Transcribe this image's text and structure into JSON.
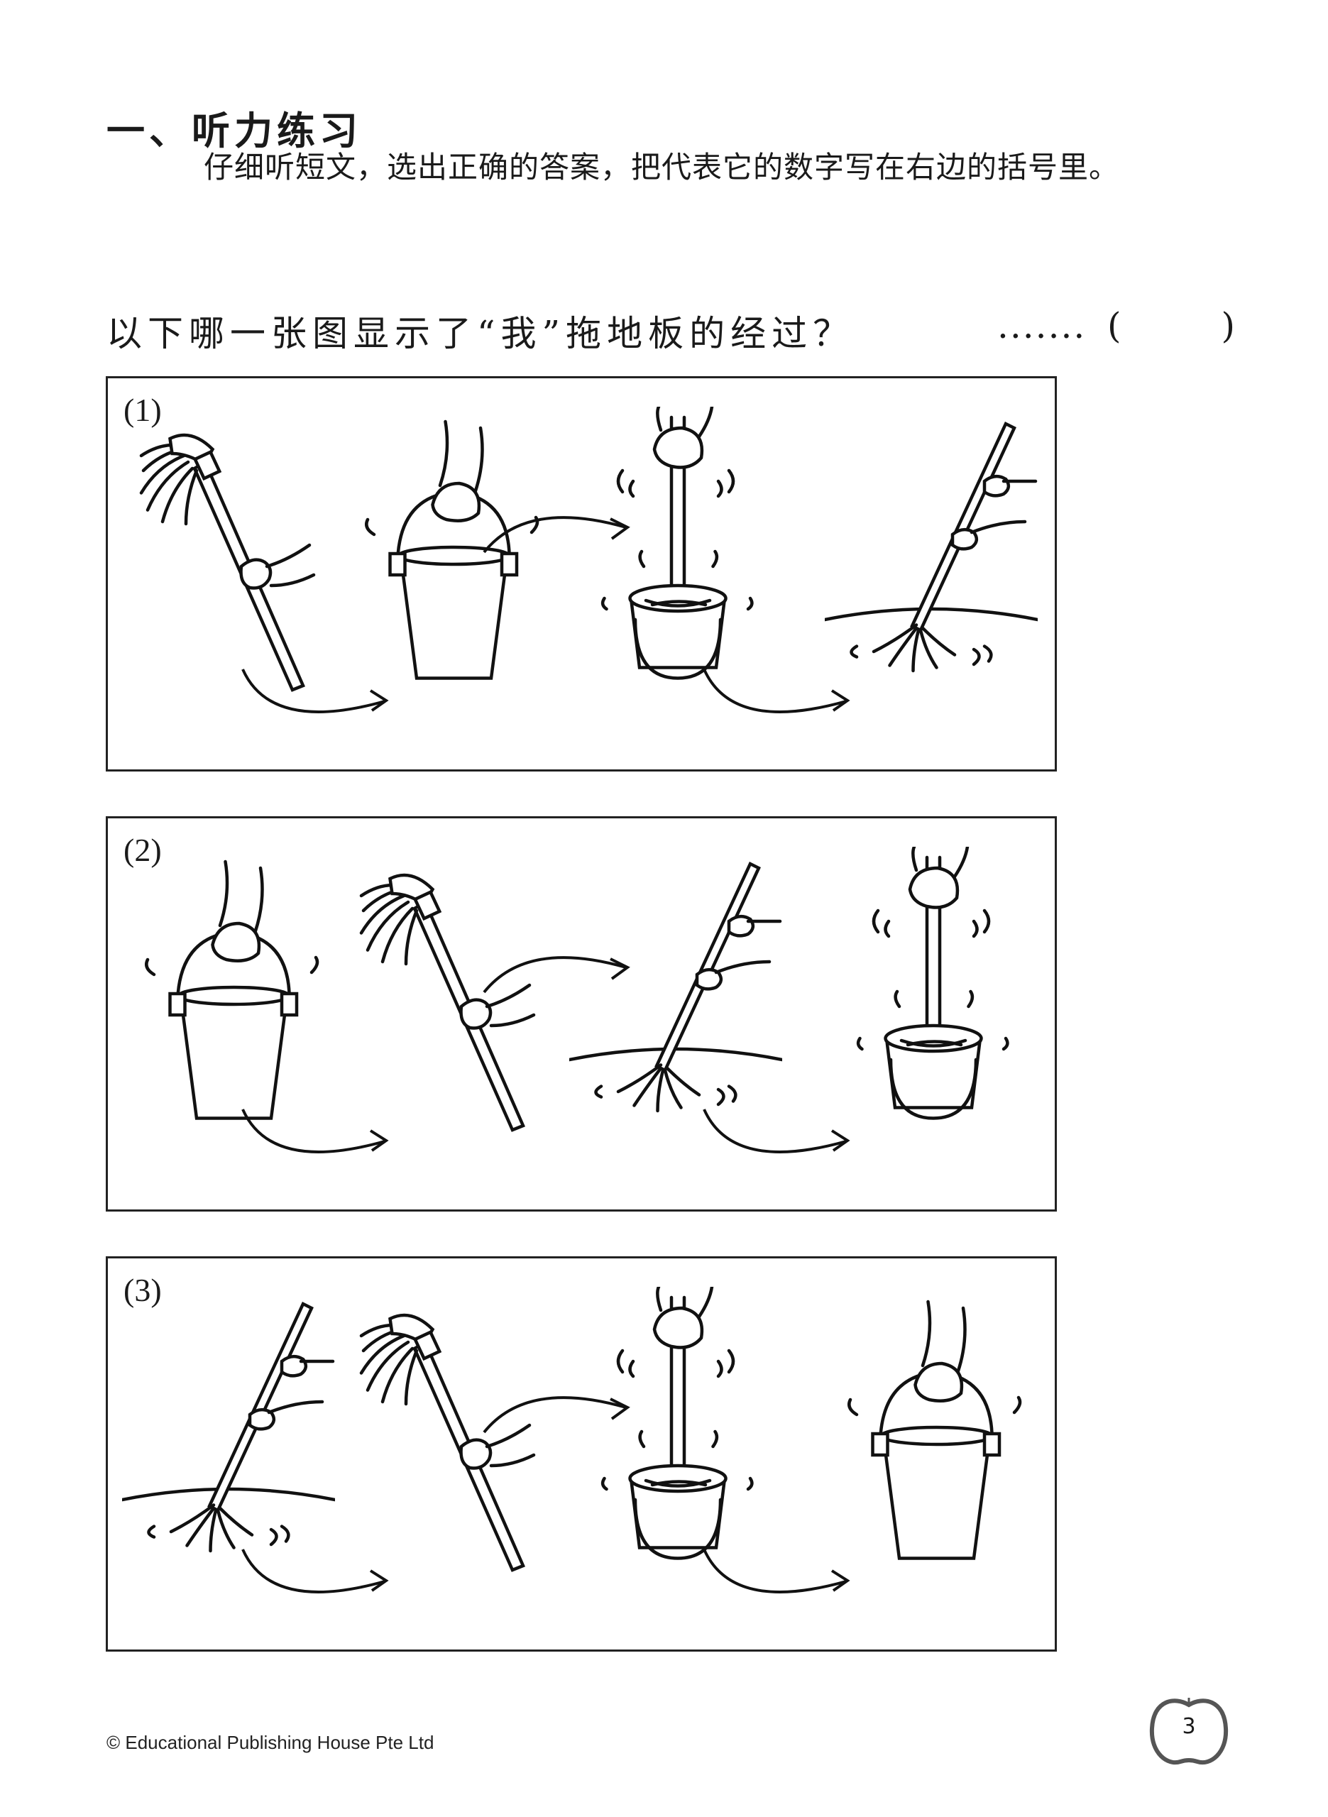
{
  "section": {
    "title": "一、听力练习",
    "instruction": "仔细听短文，选出正确的答案，把代表它的数字写在右边的括号里。"
  },
  "question": {
    "text": "以下哪一张图显示了“我”拖地板的经过？",
    "dots": ".......",
    "open_paren": "(",
    "close_paren": ")"
  },
  "options": [
    {
      "label": "(1)",
      "steps": [
        "mop-held-icon",
        "bucket-carry-icon",
        "mop-wring-icon",
        "mopping-floor-icon"
      ]
    },
    {
      "label": "(2)",
      "steps": [
        "bucket-carry-icon",
        "mop-held-icon",
        "mopping-floor-icon",
        "mop-wring-icon"
      ]
    },
    {
      "label": "(3)",
      "steps": [
        "mopping-floor-icon",
        "mop-held-icon",
        "mop-wring-icon",
        "bucket-carry-icon"
      ]
    }
  ],
  "footer": {
    "copyright": "© Educational Publishing House Pte Ltd",
    "page_number": "3"
  }
}
